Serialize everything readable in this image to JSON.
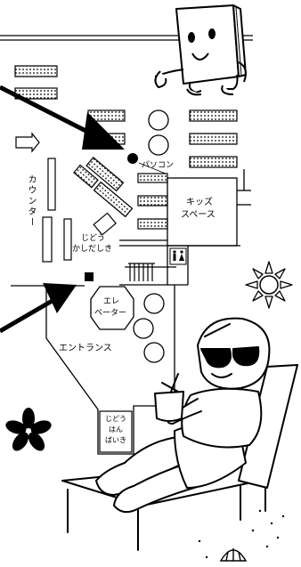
{
  "map": {
    "labels": {
      "counter": "カウンター",
      "pc": "パソコン",
      "kids_space_line1": "キッズ",
      "kids_space_line2": "スペース",
      "return_line1": "じどう",
      "return_line2": "かしだしき",
      "elevator_line1": "エレ",
      "elevator_line2": "ベーター",
      "entrance": "エントランス",
      "vending_line1": "じどう",
      "vending_line2": "はん",
      "vending_line3": "ばいき"
    },
    "icons": {
      "restroom": "restroom-icon",
      "book_character": "book-character-icon",
      "sun": "sun-icon",
      "flower": "flower-icon",
      "shell": "shell-icon"
    },
    "colors": {
      "ink": "#000000",
      "paper": "#ffffff"
    }
  }
}
